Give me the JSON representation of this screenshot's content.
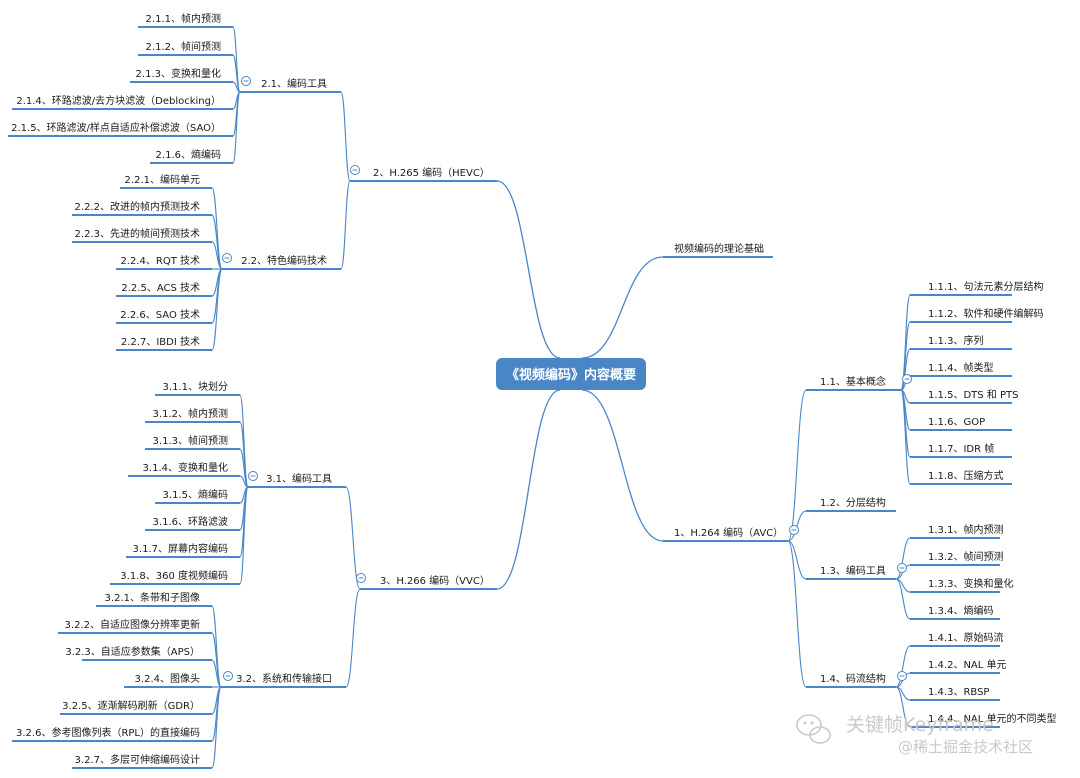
{
  "root": "《视频编码》内容概要",
  "branches": {
    "theory": {
      "label": "视频编码的理论基础"
    },
    "h264": {
      "label": "1、H.264 编码（AVC）",
      "g1_1": {
        "label": "1.1、基本概念",
        "items": [
          "1.1.1、句法元素分层结构",
          "1.1.2、软件和硬件编解码",
          "1.1.3、序列",
          "1.1.4、帧类型",
          "1.1.5、DTS 和 PTS",
          "1.1.6、GOP",
          "1.1.7、IDR 帧",
          "1.1.8、压缩方式"
        ]
      },
      "g1_2": {
        "label": "1.2、分层结构"
      },
      "g1_3": {
        "label": "1.3、编码工具",
        "items": [
          "1.3.1、帧内预测",
          "1.3.2、帧间预测",
          "1.3.3、变换和量化",
          "1.3.4、熵编码"
        ]
      },
      "g1_4": {
        "label": "1.4、码流结构",
        "items": [
          "1.4.1、原始码流",
          "1.4.2、NAL 单元",
          "1.4.3、RBSP",
          "1.4.4、NAL 单元的不同类型"
        ]
      }
    },
    "h265": {
      "label": "2、H.265 编码（HEVC）",
      "g2_1": {
        "label": "2.1、编码工具",
        "items": [
          "2.1.1、帧内预测",
          "2.1.2、帧间预测",
          "2.1.3、变换和量化",
          "2.1.4、环路滤波/去方块滤波（Deblocking）",
          "2.1.5、环路滤波/样点自适应补偿滤波（SAO）",
          "2.1.6、熵编码"
        ]
      },
      "g2_2": {
        "label": "2.2、特色编码技术",
        "items": [
          "2.2.1、编码单元",
          "2.2.2、改进的帧内预测技术",
          "2.2.3、先进的帧间预测技术",
          "2.2.4、RQT 技术",
          "2.2.5、ACS 技术",
          "2.2.6、SAO 技术",
          "2.2.7、IBDI 技术"
        ]
      }
    },
    "h266": {
      "label": "3、H.266 编码（VVC）",
      "g3_1": {
        "label": "3.1、编码工具",
        "items": [
          "3.1.1、块划分",
          "3.1.2、帧内预测",
          "3.1.3、帧间预测",
          "3.1.4、变换和量化",
          "3.1.5、熵编码",
          "3.1.6、环路滤波",
          "3.1.7、屏幕内容编码",
          "3.1.8、360 度视频编码"
        ]
      },
      "g3_2": {
        "label": "3.2、系统和传输接口",
        "items": [
          "3.2.1、条带和子图像",
          "3.2.2、自适应图像分辨率更新",
          "3.2.3、自适应参数集（APS）",
          "3.2.4、图像头",
          "3.2.5、逐渐解码刷新（GDR）",
          "3.2.6、参考图像列表（RPL）的直接编码",
          "3.2.7、多层可伸缩编码设计"
        ]
      }
    }
  },
  "watermark": {
    "line1": "关键帧Keyframe",
    "line2": "@稀土掘金技术社区"
  },
  "colors": {
    "line": "#4a86c5",
    "root_fill": "#4a86c5",
    "collapse": "#4a86c5"
  }
}
